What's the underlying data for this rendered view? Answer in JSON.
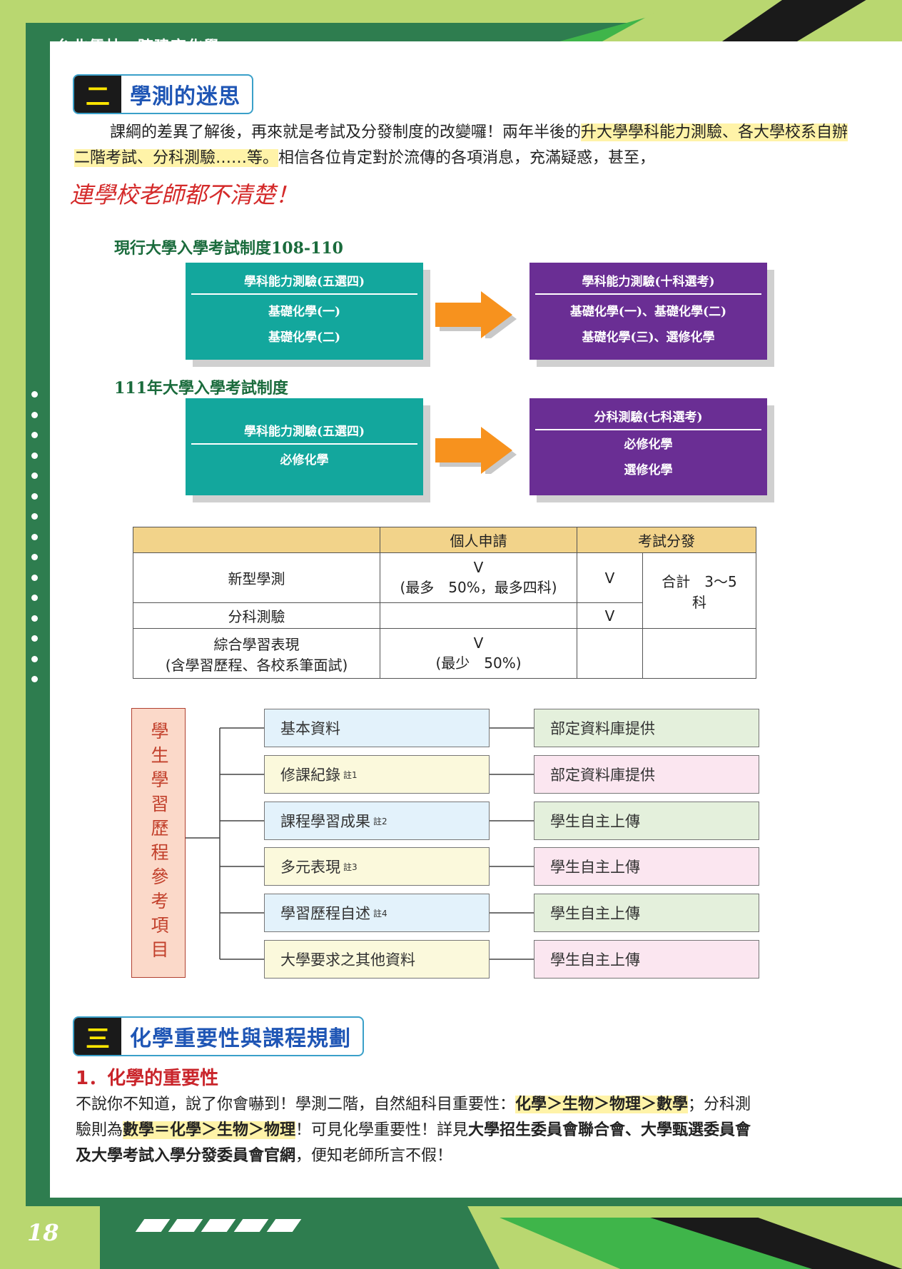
{
  "header": {
    "title": "台北儒林・陳建宏化學"
  },
  "page_number": "18",
  "section2": {
    "number": "二",
    "title": "學測的迷思",
    "para_a": "課綱的差異了解後，再來就是考試及分發制度的改變囉！兩年半後的",
    "para_hl1": "升大學學科能力測驗、各",
    "para_hl2": "大學校系自辦二階考試、分科測驗……等。",
    "para_b": "相信各位肯定對於流傳的各項消息，充滿疑惑，甚至，",
    "red_line": "連學校老師都不清楚！"
  },
  "system_current": {
    "title": "現行大學入學考試制度108-110",
    "left_head": "學科能力測驗(五選四)",
    "left_lines": [
      "基礎化學(一)",
      "基礎化學(二)"
    ],
    "right_head": "學科能力測驗(十科選考)",
    "right_lines": [
      "基礎化學(一)、基礎化學(二)",
      "基礎化學(三)、選修化學"
    ]
  },
  "system_111": {
    "title": "111年大學入學考試制度",
    "left_head": "學科能力測驗(五選四)",
    "left_lines": [
      "必修化學"
    ],
    "right_head": "分科測驗(七科選考)",
    "right_lines": [
      "必修化學",
      "選修化學"
    ]
  },
  "table": {
    "headers": [
      "",
      "個人申請",
      "考試分發"
    ],
    "r1_label": "新型學測",
    "r1_apply_1": "V",
    "r1_apply_2": "(最多　50%，最多四科)",
    "r1_exam": "V",
    "total_1": "合計　3～5",
    "total_2": "科",
    "r2_label": "分科測驗",
    "r2_exam": "V",
    "r3_label_1": "綜合學習表現",
    "r3_label_2": "(含學習歷程、各校系筆面試)",
    "r3_apply_1": "V",
    "r3_apply_2": "(最少　50%)"
  },
  "portfolio": {
    "vertical_label": "學生學習歷程參考項目",
    "items": [
      {
        "label": "基本資料",
        "note": ""
      },
      {
        "label": "修課紀錄",
        "note": "註1"
      },
      {
        "label": "課程學習成果",
        "note": "註2"
      },
      {
        "label": "多元表現",
        "note": "註3"
      },
      {
        "label": "學習歷程自述",
        "note": "註4"
      },
      {
        "label": "大學要求之其他資料",
        "note": ""
      }
    ],
    "sources": [
      "部定資料庫提供",
      "部定資料庫提供",
      "學生自主上傳",
      "學生自主上傳",
      "學生自主上傳",
      "學生自主上傳"
    ]
  },
  "section3": {
    "number": "三",
    "title": "化學重要性與課程規劃",
    "subhead": "1．化學的重要性",
    "p1": "不說你不知道，說了你會嚇到！學測二階，自然組科目重要性：",
    "p1_hl": "化學＞生物＞物理＞數學",
    "p1_b": "；分科測",
    "p2_a": "驗則為",
    "p2_hl": "數學＝化學＞生物＞物理",
    "p2_b": "！可見化學重要性！詳見",
    "p2_bold": "大學招生委員會聯合會、大學甄選委員會",
    "p3_bold": "及大學考試入學分發委員會官網",
    "p3_b": "，便知老師所言不假！"
  }
}
